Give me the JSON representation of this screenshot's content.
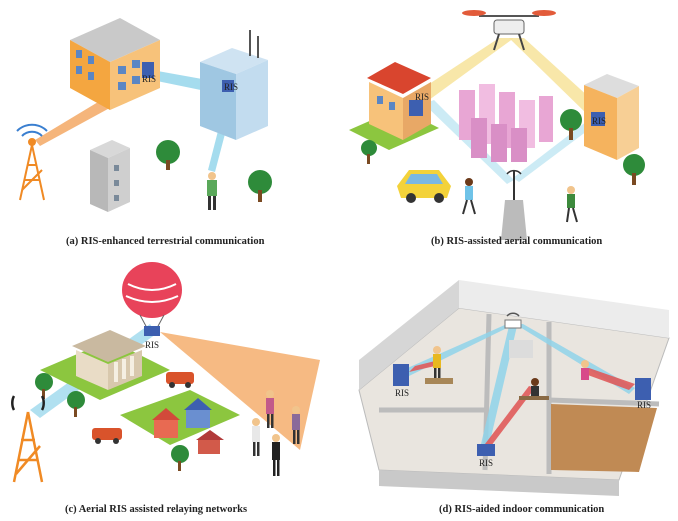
{
  "panels": {
    "a": {
      "caption": "(a) RIS-enhanced terrestrial communication",
      "ris_labels": [
        "RIS",
        "RIS"
      ]
    },
    "b": {
      "caption": "(b) RIS-assisted aerial communication",
      "ris_labels": [
        "RIS",
        "RIS"
      ]
    },
    "c": {
      "caption": "(c) Aerial RIS assisted relaying networks",
      "ris_labels": [
        "RIS"
      ]
    },
    "d": {
      "caption": "(d) RIS-aided indoor communication",
      "ris_labels": [
        "RIS",
        "RIS",
        "RIS"
      ]
    }
  },
  "colors": {
    "tower": "#f08a24",
    "beam_orange": "#f3a35a",
    "beam_blue": "#8fd3ea",
    "beam_yellow": "#f7e39a",
    "grass": "#8cc63f",
    "tree": "#2e8b3a",
    "building_orange": "#f4a640",
    "building_blue": "#9fc7e2",
    "balloon": "#e8435a",
    "car_red": "#d9532b",
    "taxi": "#f3d23a"
  }
}
